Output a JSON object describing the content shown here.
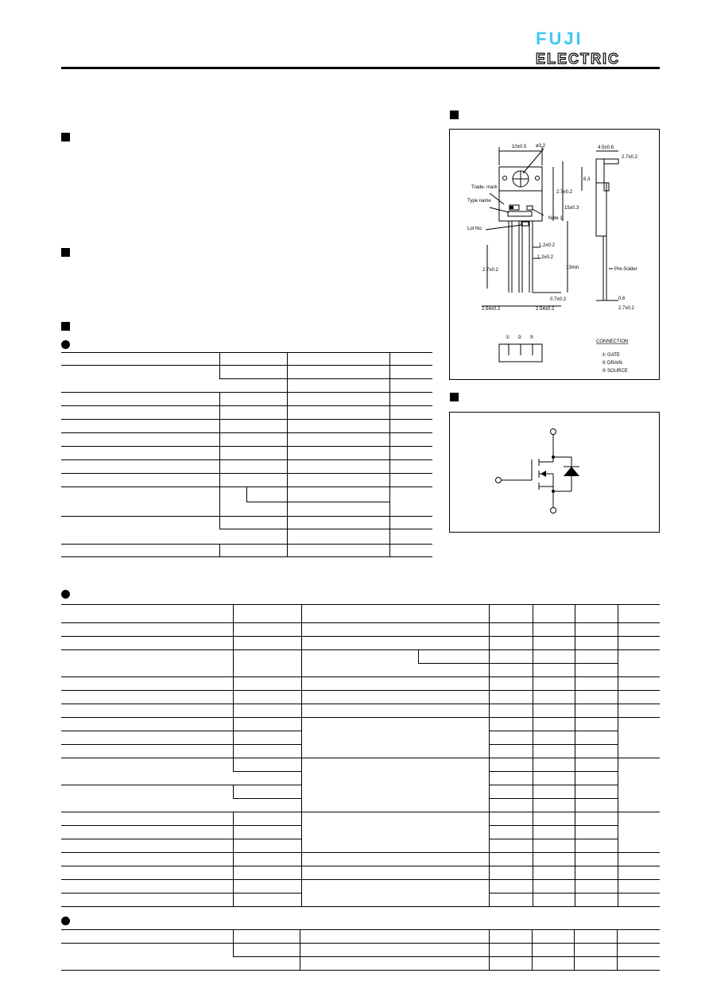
{
  "brand": {
    "line1": "FUJI",
    "line2": "ELECTRIC"
  },
  "outline": {
    "dims": {
      "top_width": "10±0.5",
      "hole": "ø3.2",
      "right_width": "4.5±0.6",
      "tab_t": "2.7±0.2",
      "d_63": "6.3",
      "d_27": "2.7±0.2",
      "d_15": "15±0.3",
      "lead1": "1.2±0.2",
      "lead2": "1.2±0.2",
      "d_13min": "13min",
      "d_27b": "2.7±0.2",
      "d_07": "0.7±0.3",
      "pitch1": "2.54±0.2",
      "pitch2": "2.54±0.2",
      "d_06": "0.6",
      "d_27c": "2.7±0.2"
    },
    "labels": {
      "trademark": "Trade- mark",
      "type_name": "Type name",
      "note": "Note 1.",
      "lot": "Lot No.",
      "pre_solder": "Pre-Solder"
    },
    "pins": [
      "①",
      "②",
      "③"
    ],
    "connection": {
      "title": "CONNECTION",
      "items": [
        "① GATE",
        "② DRAIN",
        "③ SOURCE"
      ]
    }
  }
}
